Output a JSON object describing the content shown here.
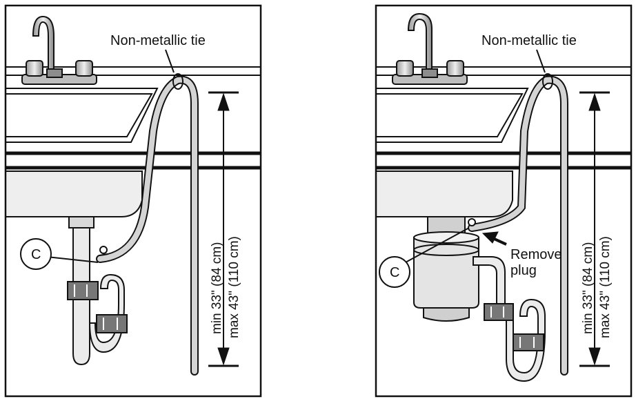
{
  "panels": [
    {
      "tie_label": "Non-metallic tie",
      "callout": "C",
      "measure_min": "min 33\" (84 cm)",
      "measure_max": "max 43\" (110 cm)"
    },
    {
      "tie_label": "Non-metallic tie",
      "callout": "C",
      "measure_min": "min 33\" (84 cm)",
      "measure_max": "max 43\" (110 cm)",
      "remove_line1": "Remove",
      "remove_line2": "plug"
    }
  ],
  "colors": {
    "stroke": "#111111",
    "hose": "#d4d4d4",
    "fixture": "#e6e6e6",
    "background": "#ffffff"
  }
}
